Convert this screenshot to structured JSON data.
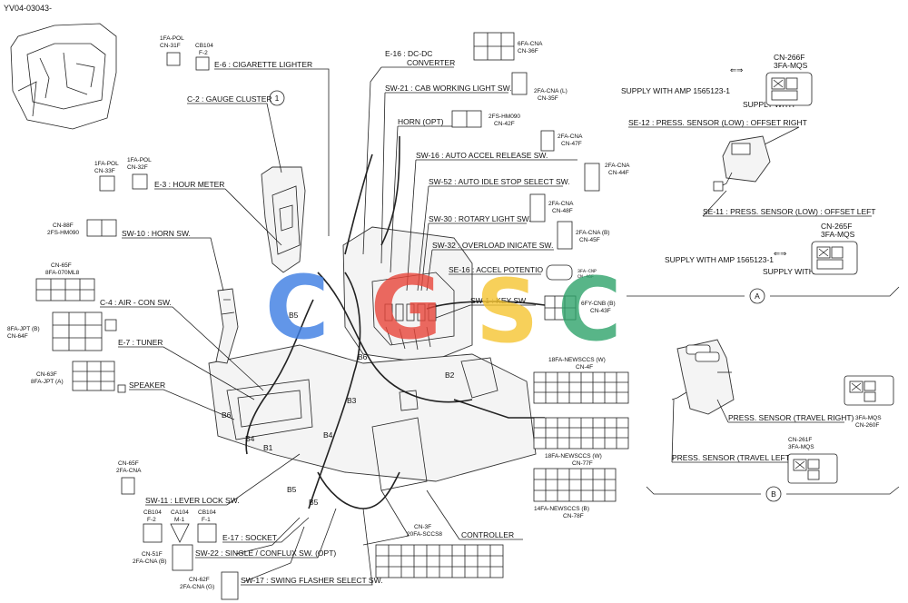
{
  "doc_id": "YV04-03043-",
  "watermark": {
    "letters": [
      {
        "char": "C",
        "color": "#3b7de3"
      },
      {
        "char": "G",
        "color": "#e8463a"
      },
      {
        "char": "S",
        "color": "#f6c531"
      },
      {
        "char": "C",
        "color": "#2fa36b"
      }
    ]
  },
  "labels": {
    "cigarette_lighter": "E-6 : CIGARETTE LIGHTER",
    "gauge_cluster": "C-2 : GAUGE CLUSTER",
    "hour_meter": "E-3 : HOUR METER",
    "horn_sw": "SW-10 : HORN SW.",
    "aircon_sw": "C-4 : AIR - CON SW.",
    "tuner": "E-7 : TUNER",
    "speaker": "SPEAKER",
    "lever_lock_sw": "SW-11 : LEVER LOCK SW.",
    "socket": "E-17 : SOCKET",
    "single_conflux_sw": "SW-22 : SINGLE / CONFLUX SW. (OPT)",
    "swing_flasher_sw": "SW-17 : SWING FLASHER SELECT SW.",
    "dcdc_converter_1": "E-16 : DC-DC",
    "dcdc_converter_2": "CONVERTER",
    "cab_working_light": "SW-21 : CAB WORKING LIGHT SW.",
    "horn_opt": "HORN (OPT)",
    "auto_accel": "SW-16 : AUTO ACCEL RELEASE SW.",
    "auto_idle": "SW-52 : AUTO IDLE STOP SELECT SW.",
    "rotary_light": "SW-30 : ROTARY LIGHT SW.",
    "overload": "SW-32 : OVERLOAD INICATE SW.",
    "accel_potentio": "SE-16 : ACCEL POTENTIO",
    "key_sw": "SW-1 : KEY SW.",
    "controller": "CONTROLLER",
    "circled_1": "1",
    "press_sensor_low_right": "SE-12 : PRESS. SENSOR (LOW) : OFFSET RIGHT",
    "press_sensor_low_left": "SE-11 : PRESS. SENSOR (LOW) : OFFSET LEFT",
    "supply_amp_top": "SUPPLY WITH AMP 1565123-1",
    "supply_with_top": "SUPPLY WITH",
    "supply_amp_bottom": "SUPPLY WITH AMP 1565123-1",
    "supply_with_bottom": "SUPPLY WITH",
    "cn266f_1": "CN-266F",
    "cn266f_2": "3FA-MQS",
    "cn265f_1": "CN-265F",
    "cn265f_2": "3FA-MQS",
    "press_travel_right": "PRESS. SENSOR (TRAVEL RIGHT)",
    "press_travel_left": "PRESS. SENSOR (TRAVEL LEFT)",
    "cn260f_1": "3FA-MQS",
    "cn260f_2": "CN-260F",
    "cn261f_1": "CN-261F",
    "cn261f_2": "3FA-MQS",
    "section_a": "A",
    "section_b": "B"
  },
  "connectors": {
    "fa_pol_31": [
      "1FA-POL",
      "CN-31F"
    ],
    "cb104_f2": [
      "CB104",
      "F-2"
    ],
    "fa_pol_33": [
      "1FA-POL",
      "CN-33F"
    ],
    "fa_pol_32": [
      "1FA-POL",
      "CN-32F"
    ],
    "cn88f": [
      "CN-88F",
      "2FS-HM090"
    ],
    "cn65f_top": [
      "CN-65F",
      "8FA-070ML8"
    ],
    "cn64f": [
      "8FA-JPT (B)",
      "CN-64F"
    ],
    "cn63f": [
      "CN-63F",
      "8FA-JPT (A)"
    ],
    "cn36f": [
      "6FA-CNA",
      "CN-36F"
    ],
    "cn35f": [
      "2FA-CNA (L)",
      "CN-35F"
    ],
    "cn42f": [
      "2FS-HM090",
      "CN-42F"
    ],
    "cn47f": [
      "2FA-CNA",
      "CN-47F"
    ],
    "cn44f": [
      "2FA-CNA",
      "CN-44F"
    ],
    "cn48f": [
      "2FA-CNA",
      "CN-48F"
    ],
    "cn45f": [
      "2FA-CNA (B)",
      "CN-45F"
    ],
    "cn46f": [
      "3FA-CNP",
      "CN-46F"
    ],
    "cn43f": [
      "6FY-CNB (B)",
      "CN-43F"
    ],
    "cn4f": [
      "18FA-NEWSCCS (W)",
      "CN-4F"
    ],
    "cn77f": [
      "18FA-NEWSCCS (W)",
      "CN-77F"
    ],
    "cn78f": [
      "14FA-NEWSCCS (B)",
      "CN-78F"
    ],
    "cn3f": [
      "CN-3F",
      "20FA-SCCS8"
    ],
    "cn65f_bottom": [
      "CN-65F",
      "2FA-CNA"
    ],
    "cb104_f2b": [
      "CB104",
      "F-2"
    ],
    "ca104": [
      "CA104",
      "M-1"
    ],
    "cb104_f1": [
      "CB104",
      "F-1"
    ],
    "cn51f": [
      "CN-51F",
      "2FA-CNA (B)"
    ],
    "cn62f": [
      "CN-62F",
      "2FA-CNA (G)"
    ]
  },
  "harness": {
    "b1": "B1",
    "b2": "B2",
    "b3": "B3",
    "b4a": "B4",
    "b4b": "B4",
    "b5a": "B5",
    "b5b": "B5",
    "b5c": "B5",
    "b6a": "B6",
    "b6b": "B6"
  }
}
